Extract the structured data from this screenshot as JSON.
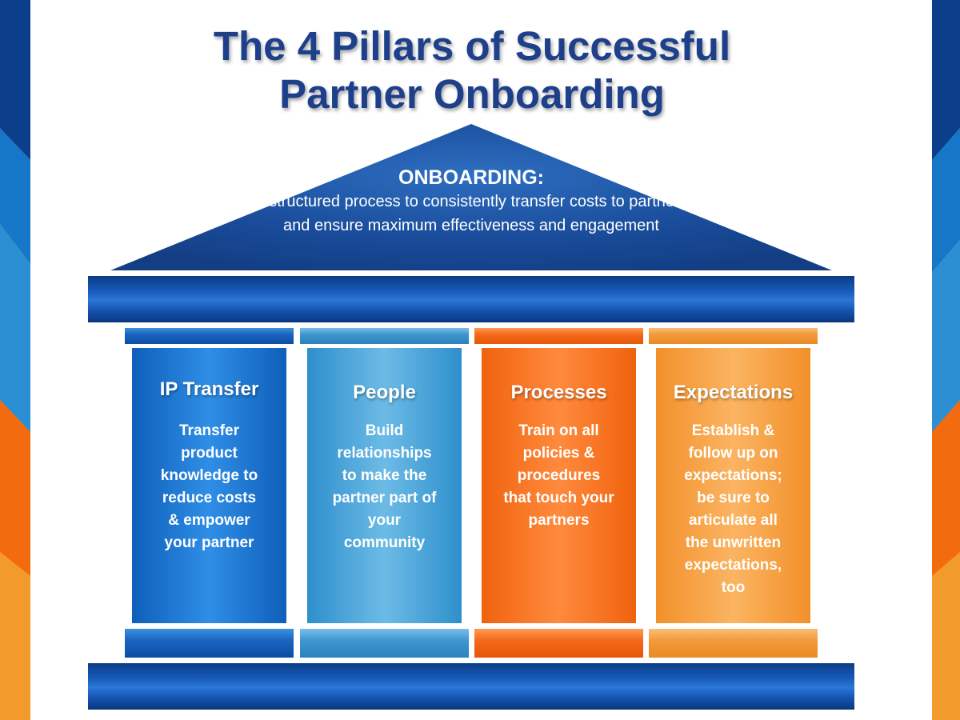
{
  "title": {
    "line1": "The 4 Pillars of Successful",
    "line2": "Partner Onboarding"
  },
  "roof": {
    "heading": "ONBOARDING:",
    "text": "A structured process to consistently transfer costs to partners and ensure maximum effectiveness and engagement"
  },
  "pillars": [
    {
      "title": "IP Transfer",
      "text": "Transfer product knowledge to reduce costs & empower your partner",
      "color": "#1a72d4"
    },
    {
      "title": "People",
      "text": "Build relationships to make the partner part of your community",
      "color": "#3f9fd6"
    },
    {
      "title": "Processes",
      "text": "Train on all policies & procedures that touch your partners",
      "color": "#f7721f"
    },
    {
      "title": "Expectations",
      "text": "Establish & follow up on expectations; be sure to articulate all the unwritten expectations, too",
      "color": "#f5a040"
    }
  ],
  "colors": {
    "title": "#1e3f8a",
    "roof": "#1a4d9c",
    "beam": "#1657b6",
    "side_blue_dark": "#0b3f8c",
    "side_blue": "#1677c8",
    "side_orange": "#f26b0f",
    "side_orange_light": "#f39a2c"
  }
}
